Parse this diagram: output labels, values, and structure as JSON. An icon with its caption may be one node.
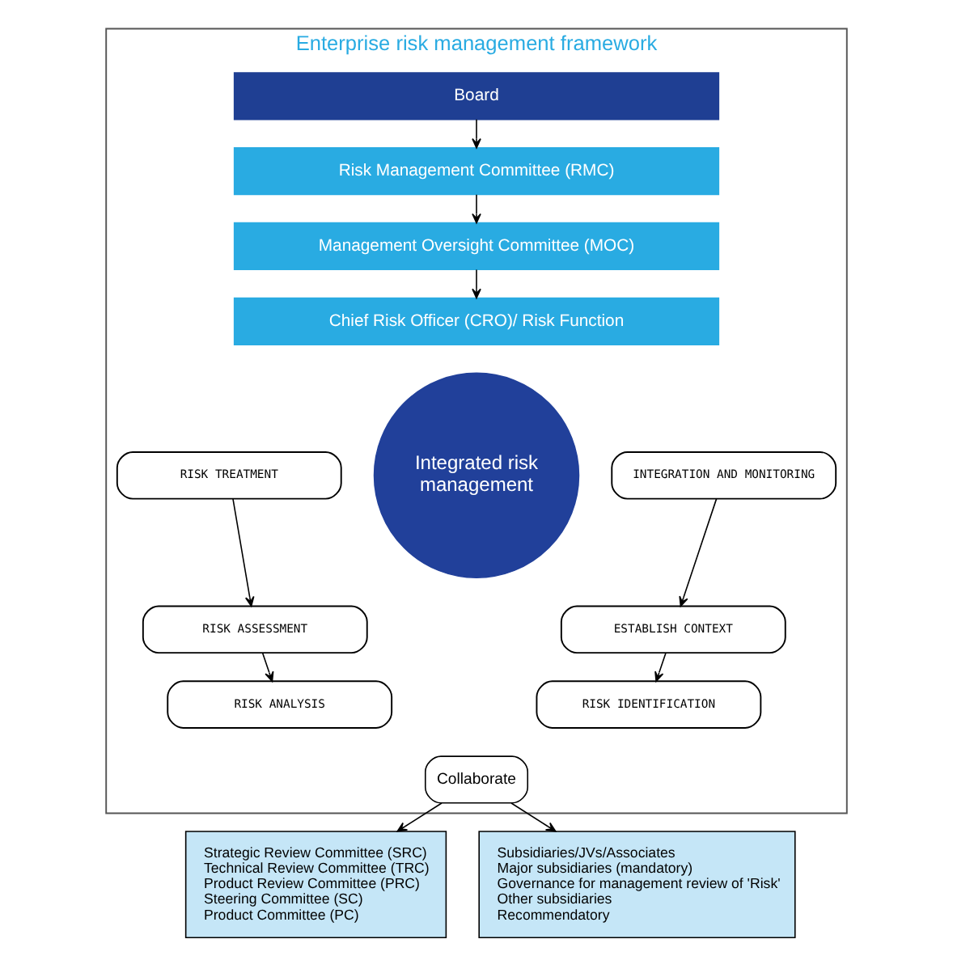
{
  "diagram": {
    "nodes": [
      {
        "text": [
          "Enterprise risk management framework"
        ]
      },
      {
        "text": [
          "Board"
        ],
        "in": 0
      },
      {
        "text": [
          "Risk Management Committee (RMC)"
        ],
        "in": 0
      },
      {
        "text": [
          "Management Oversight Committee (MOC)"
        ],
        "in": 0
      },
      {
        "text": [
          "Chief Risk Officer (CRO)/ Risk Function"
        ],
        "in": 0
      },
      {
        "text": [
          "RISK TREATMENT"
        ],
        "in": 0
      },
      {
        "text": [
          "RISK ASSESSMENT"
        ],
        "in": 0
      },
      {
        "text": [
          "RISK ANALYSIS"
        ],
        "in": 0
      },
      {
        "text": [
          "Integrated risk management"
        ],
        "in": 0
      },
      {
        "text": [
          "INTEGRATION AND MONITORING"
        ],
        "in": 0
      },
      {
        "text": [
          "ESTABLISH CONTEXT"
        ],
        "in": 0
      },
      {
        "text": [
          "RISK IDENTIFICATION"
        ],
        "in": 0
      },
      {
        "text": [
          "Collaborate"
        ],
        "in": 0
      },
      {
        "text": [
          "Strategic Review Committee (SRC)",
          "Technical Review Committee (TRC)",
          "Product Review Committee (PRC)",
          "Steering Committee (SC)",
          "Product Committee (PC)"
        ]
      },
      {
        "text": [
          "Subsidiaries/JVs/Associates",
          "Major subsidiaries (mandatory)",
          "Governance for management review of 'Risk'",
          "Other subsidiaries",
          "Recommendatory"
        ]
      }
    ],
    "edges": [
      {
        "from": 1,
        "to": 2,
        "arrow": "to"
      },
      {
        "from": 2,
        "to": 3,
        "arrow": "to"
      },
      {
        "from": 3,
        "to": 4,
        "arrow": "to"
      },
      {
        "from": 5,
        "to": 6,
        "arrow": "to"
      },
      {
        "from": 6,
        "to": 7,
        "arrow": "to"
      },
      {
        "from": 9,
        "to": 10,
        "arrow": "to"
      },
      {
        "from": 10,
        "to": 11,
        "arrow": "to"
      },
      {
        "from": 12,
        "to": 13,
        "arrow": "to"
      },
      {
        "from": 12,
        "to": 14,
        "arrow": "to"
      }
    ]
  }
}
